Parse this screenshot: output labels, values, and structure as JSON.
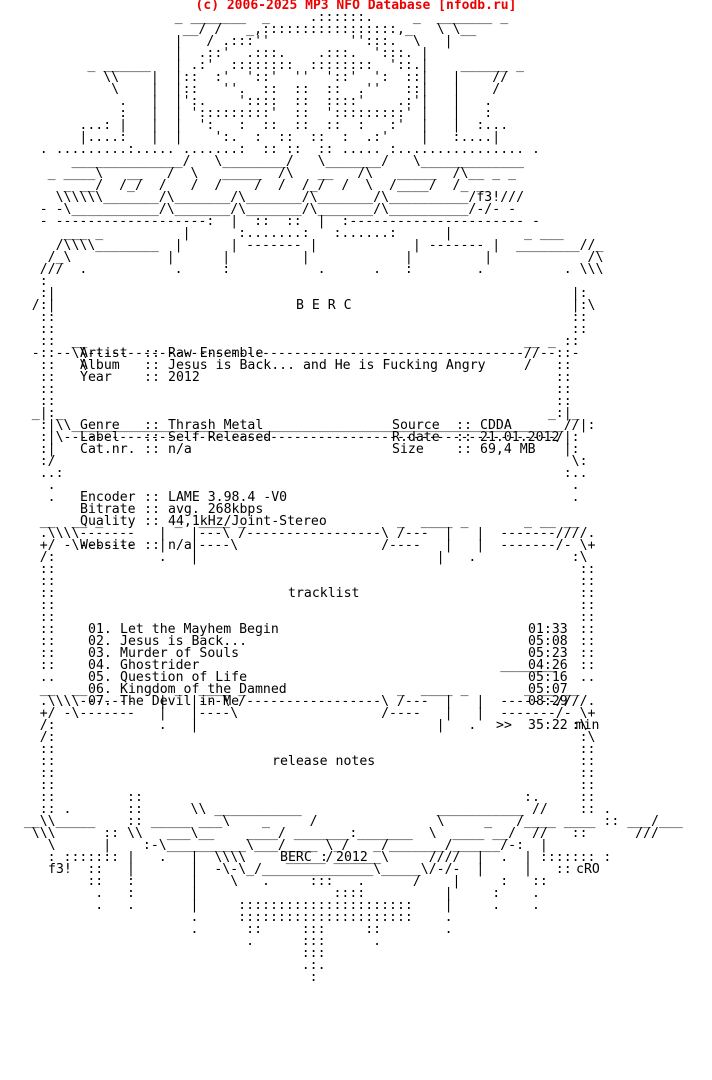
{
  "header_text": "(c) 2006-2025 MP3 NFO Database [nfodb.ru]",
  "banner": {
    "group": "B E R C"
  },
  "release": {
    "artist_label": "Artist",
    "artist": "Raw Ensemble",
    "album_label": "Album",
    "album": "Jesus is Back... and He is Fucking Angry",
    "year_label": "Year",
    "year": "2012"
  },
  "details": {
    "genre_label": "Genre",
    "genre": "Thrash Metal",
    "label_label": "Label",
    "label": "Self Released",
    "catnr_label": "Cat.nr.",
    "catnr": "n/a",
    "source_label": "Source",
    "source": "CDDA",
    "rdate_label": "R.date",
    "rdate": "21.01.2012",
    "size_label": "Size",
    "size": "69,4 MB"
  },
  "encoding": {
    "encoder_label": "Encoder",
    "encoder": "LAME 3.98.4 -V0",
    "bitrate_label": "Bitrate",
    "bitrate": "avg. 268kbps",
    "quality_label": "Quality",
    "quality": "44,1kHz/Joint-Stereo",
    "website_label": "Website",
    "website": "n/a"
  },
  "tracklist": {
    "heading": "tracklist",
    "tracks": [
      {
        "num": "01.",
        "title": "Let the Mayhem Begin",
        "time": "01:33"
      },
      {
        "num": "02.",
        "title": "Jesus is Back...",
        "time": "05:08"
      },
      {
        "num": "03.",
        "title": "Murder of Souls",
        "time": "05:23"
      },
      {
        "num": "04.",
        "title": "Ghostrider",
        "time": "04:26"
      },
      {
        "num": "05.",
        "title": "Question of Life",
        "time": "05:16"
      },
      {
        "num": "06.",
        "title": "Kingdom of the Damned",
        "time": "05:07"
      },
      {
        "num": "07.",
        "title": "The Devil in Me",
        "time": "08:29"
      }
    ],
    "total_marker": ">>",
    "total": "35:22 min"
  },
  "release_notes": {
    "heading": "release notes"
  },
  "footer": {
    "group": "BERC",
    "year": "2012",
    "credit_left": "f3!",
    "credit_right": "cRO"
  }
}
